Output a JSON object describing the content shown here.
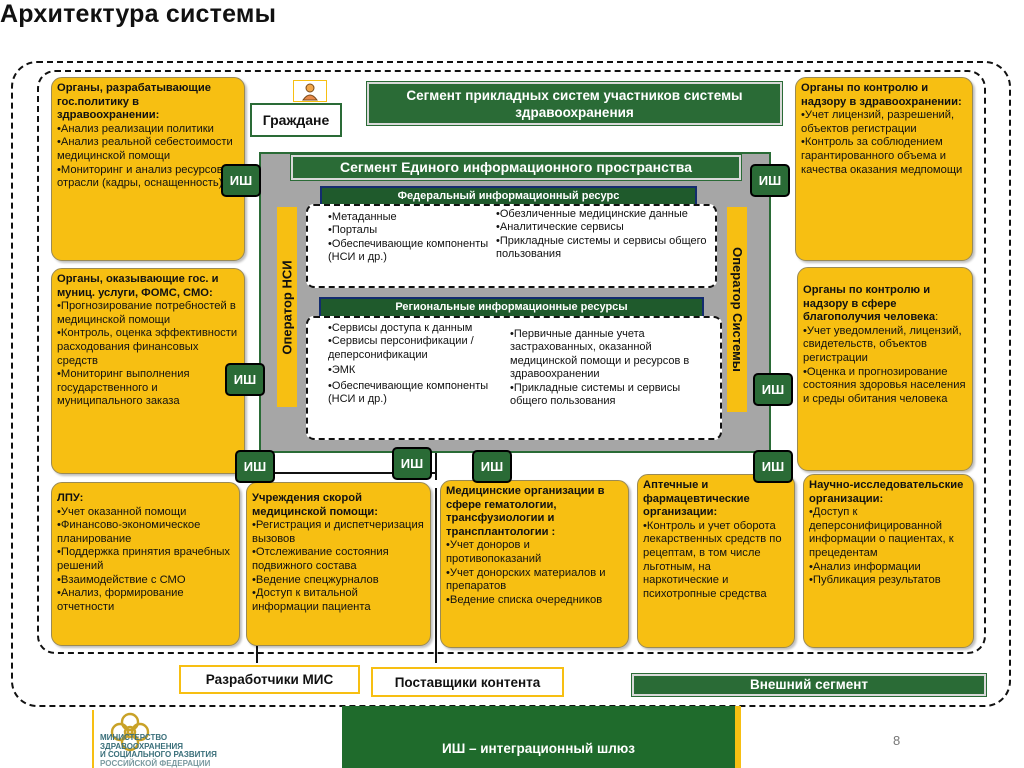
{
  "title": "Архитектура системы",
  "colors": {
    "yellow": "#f7bf12",
    "green": "#2a6b36",
    "navy": "#132c6e",
    "gray": "#a6a6a6"
  },
  "citizens": {
    "label": "Граждане",
    "icon": "person-icon"
  },
  "applied_segment": {
    "label": "Сегмент прикладных систем участников системы здравоохранения"
  },
  "unified_segment": {
    "label": "Сегмент Единого информационного пространства"
  },
  "federal": {
    "header": "Федеральный информационный ресурс",
    "col1": [
      "•Метаданные",
      "•Порталы",
      "•Обеспечивающие компоненты (НСИ и др.)"
    ],
    "col2": [
      "•Обезличенные медицинские данные",
      "•Аналитические сервисы",
      "•Прикладные системы и сервисы общего пользования"
    ]
  },
  "regional": {
    "header": "Региональные информационные ресурсы",
    "col1": [
      "•Сервисы доступа к данным",
      "•Сервисы персонификации / деперсонификации",
      "•ЭМК",
      "•Обеспечивающие компоненты (НСИ и др.)"
    ],
    "col2": [
      "•Первичные данные учета застрахованных, оказанной медицинской помощи и ресурсов в здравоохранении",
      "•Прикладные системы и сервисы общего пользования"
    ]
  },
  "operator_nsi": "Оператор НСИ",
  "operator_system": "Оператор Системы",
  "ish_label": "ИШ",
  "boxes": {
    "policy": {
      "h": "Органы, разрабатывающие гос.политику в здравоохранении:",
      "items": [
        "•Анализ реализации политики",
        "•Анализ реальной себестоимости медицинской помощи",
        "•Мониторинг и анализ ресурсов отрасли (кадры, оснащенность)"
      ]
    },
    "services": {
      "h": "Органы, оказывающие гос. и муниц. услуги, ФОМС, СМО:",
      "items": [
        "•Прогнозирование потребностей в медицинской помощи",
        "•Контроль, оценка эффективности расходования финансовых средств",
        "•Мониторинг выполнения государственного и муниципального заказа"
      ]
    },
    "control": {
      "h": "Органы по контролю и надзору в здравоохранении:",
      "items": [
        "•Учет лицензий, разрешений, объектов регистрации",
        "•Контроль за соблюдением гарантированного объема и качества оказания медпомощи"
      ]
    },
    "welfare": {
      "h": "Органы по контролю и надзору в сфере благополучия человека",
      "hsuffix": ":",
      "items": [
        "•Учет уведомлений, лицензий, свидетельств, объектов регистрации",
        "•Оценка и прогнозирование состояния здоровья населения и среды обитания человека"
      ]
    },
    "lpu": {
      "h": "ЛПУ:",
      "items": [
        "•Учет оказанной помощи",
        "•Финансово-экономическое планирование",
        "•Поддержка принятия врачебных решений",
        "•Взаимодействие с СМО",
        "•Анализ, формирование отчетности"
      ]
    },
    "ambulance": {
      "h": "Учреждения скорой медицинской помощи:",
      "items": [
        "•Регистрация и диспетчеризация вызовов",
        "•Отслеживание состояния подвижного состава",
        "•Ведение спецжурналов",
        "•Доступ к витальной информации пациента"
      ]
    },
    "hematology": {
      "h": "Медицинские организации в сфере гематологии, трансфузиологии и трансплантологии :",
      "items": [
        "•Учет доноров и противопоказаний",
        "•Учет донорских материалов и препаратов",
        "•Ведение списка очередников"
      ]
    },
    "pharmacy": {
      "h": "Аптечные и фармацевтические организации:",
      "items": [
        "•Контроль и учет оборота лекарственных средств по рецептам, в том числе льготным, на наркотические и психотропные средства"
      ]
    },
    "research": {
      "h": "Научно-исследовательские организации:",
      "items": [
        "•Доступ к деперсонифицированной информации о пациентах, к прецедентам",
        "•Анализ информации",
        "•Публикация результатов"
      ]
    }
  },
  "developers": "Разработчики МИС",
  "content_providers": "Поставщики контента",
  "external_segment": "Внешний сегмент",
  "footer": {
    "logo_lines": [
      "МИНИСТЕРСТВО",
      "ЗДРАВООХРАНЕНИЯ",
      "И СОЦИАЛЬНОГО РАЗВИТИЯ",
      "РОССИЙСКОЙ ФЕДЕРАЦИИ"
    ],
    "legend": "ИШ – интеграционный шлюз",
    "page": "8"
  }
}
